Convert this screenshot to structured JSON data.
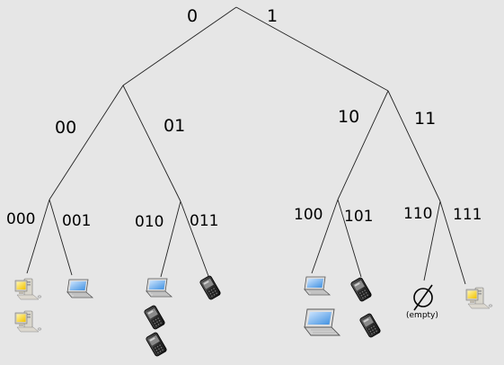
{
  "tree": {
    "labels": {
      "b0": "0",
      "b1": "1",
      "b00": "00",
      "b01": "01",
      "b10": "10",
      "b11": "11",
      "b000": "000",
      "b001": "001",
      "b010": "010",
      "b011": "011",
      "b100": "100",
      "b101": "101",
      "b110": "110",
      "b111": "111"
    },
    "empty_label": "(empty)",
    "leaves": {
      "000": [
        "desktop-icon",
        "desktop-icon"
      ],
      "001": [
        "laptop-icon"
      ],
      "010": [
        "laptop-icon",
        "phone-icon",
        "phone-icon"
      ],
      "011": [
        "phone-icon"
      ],
      "100": [
        "laptop-icon",
        "laptop-icon"
      ],
      "101": [
        "phone-icon",
        "phone-icon"
      ],
      "110": [
        "empty-set-icon"
      ],
      "111": [
        "desktop-icon"
      ]
    }
  }
}
